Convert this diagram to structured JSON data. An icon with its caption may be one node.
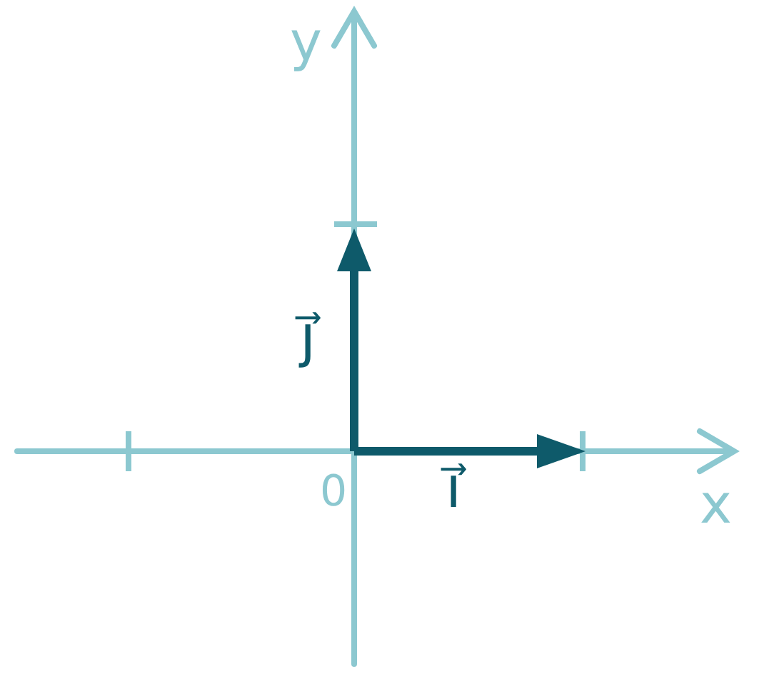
{
  "diagram": {
    "labels": [
      "y",
      "j⃗",
      "0",
      "i⃗",
      "x"
    ]
  }
}
